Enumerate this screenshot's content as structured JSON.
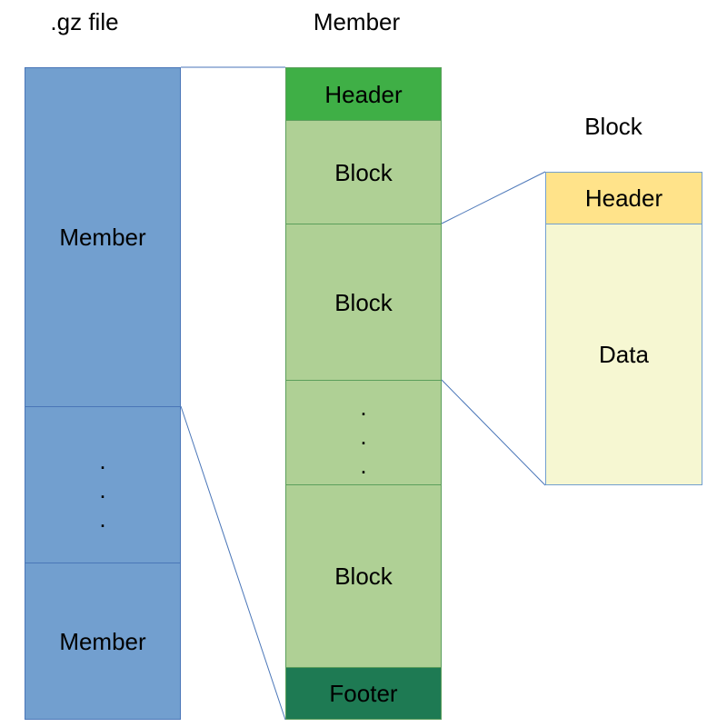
{
  "titles": {
    "gz_file": ".gz file",
    "member": "Member",
    "block": "Block"
  },
  "gz_file": {
    "member_1": "Member",
    "ellipsis": [
      ".",
      ".",
      "."
    ],
    "member_2": "Member"
  },
  "member": {
    "header": "Header",
    "block_1": "Block",
    "block_2": "Block",
    "ellipsis": [
      ".",
      ".",
      "."
    ],
    "block_3": "Block",
    "footer": "Footer"
  },
  "block": {
    "header": "Header",
    "data": "Data"
  },
  "colors": {
    "gz_fill": "#729fcf",
    "gz_border": "#4a76b8",
    "member_header": "#3faf46",
    "member_block": "#afd095",
    "member_border": "#5c9f5c",
    "member_footer": "#1e7a53",
    "block_header": "#ffe38a",
    "block_data": "#f6f7d2",
    "block_border": "#729fcf",
    "connector": "#4a76b8"
  }
}
